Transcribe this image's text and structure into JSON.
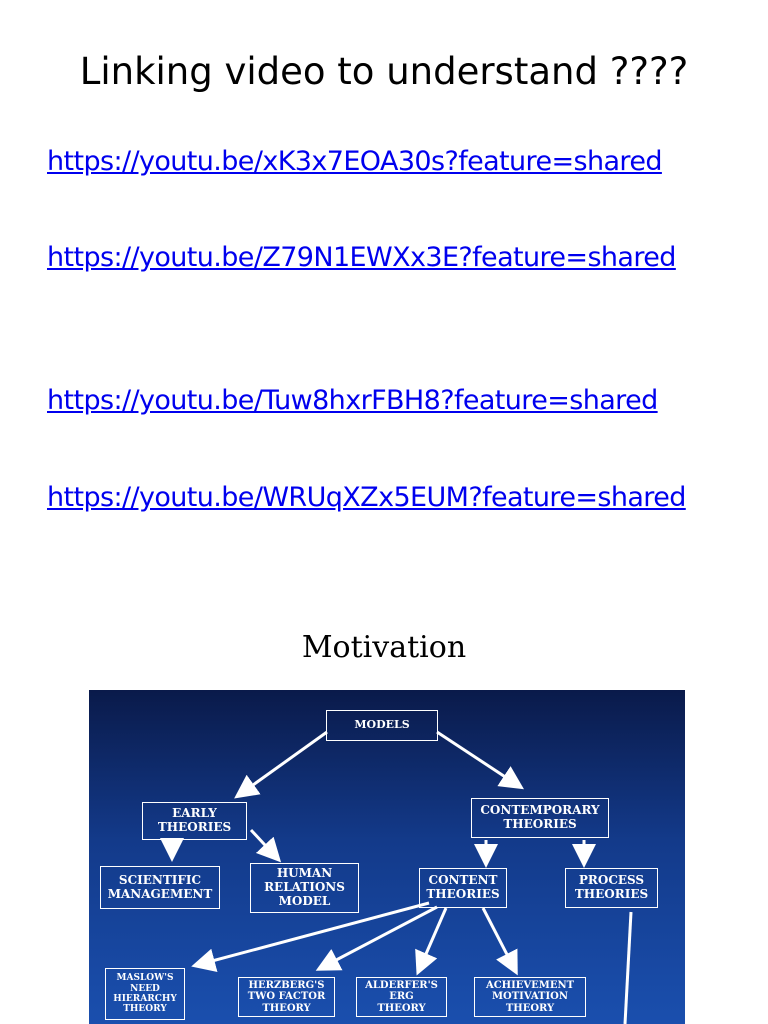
{
  "page": {
    "title": "Linking video to understand ????",
    "links": [
      "https://youtu.be/xK3x7EOA30s?feature=shared",
      "https://youtu.be/Z79N1EWXx3E?feature=shared",
      "https://youtu.be/Tuw8hxrFBH8?feature=shared",
      "https://youtu.be/WRUqXZx5EUM?feature=shared"
    ],
    "subtitle": "Motivation"
  },
  "diagram": {
    "background": "#133a8a",
    "nodes": {
      "models": "MODELS",
      "early": "EARLY\nTHEORIES",
      "contemporary": "CONTEMPORARY\nTHEORIES",
      "scientific": "SCIENTIFIC\nMANAGEMENT",
      "human": "HUMAN\nRELATIONS\nMODEL",
      "content": "CONTENT\nTHEORIES",
      "process": "PROCESS\nTHEORIES",
      "maslow": "MASLOW'S\nNEED\nHIERARCHY\nTHEORY",
      "herzberg": "HERZBERG'S\nTWO FACTOR\nTHEORY",
      "alderfer": "ALDERFER'S\nERG\nTHEORY",
      "achievement": "ACHIEVEMENT\nMOTIVATION\nTHEORY"
    }
  }
}
